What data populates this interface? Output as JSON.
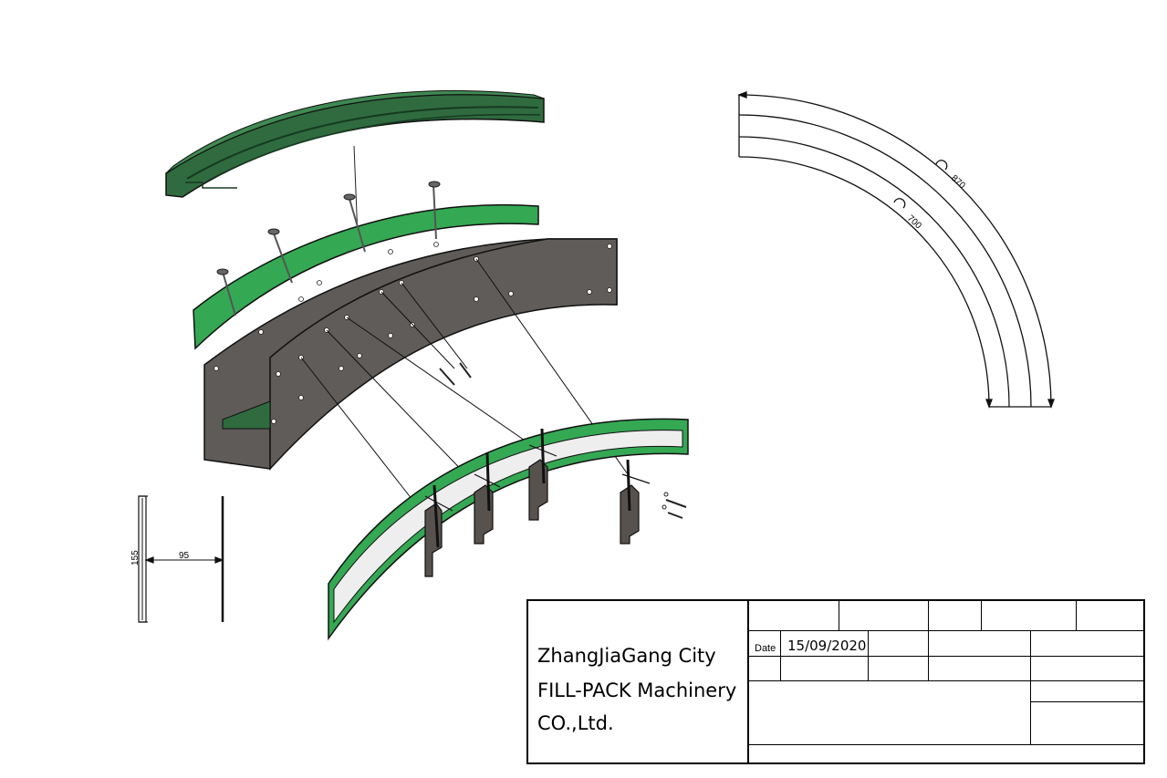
{
  "title_block": {
    "company_line1": "ZhangJiaGang City",
    "company_line2": "FILL-PACK Machinery",
    "company_line3": "CO.,Ltd.",
    "date_label": "Date",
    "date_value": "15/09/2020"
  },
  "plan_view": {
    "outer_radius_label": "870",
    "inner_radius_label": "700"
  },
  "section_view": {
    "height_label": "155",
    "width_label": "95"
  },
  "colors": {
    "dark_green": "#2f6b3e",
    "bright_green": "#34a853",
    "steel_plate": "#5e5b58",
    "outline": "#111111"
  }
}
